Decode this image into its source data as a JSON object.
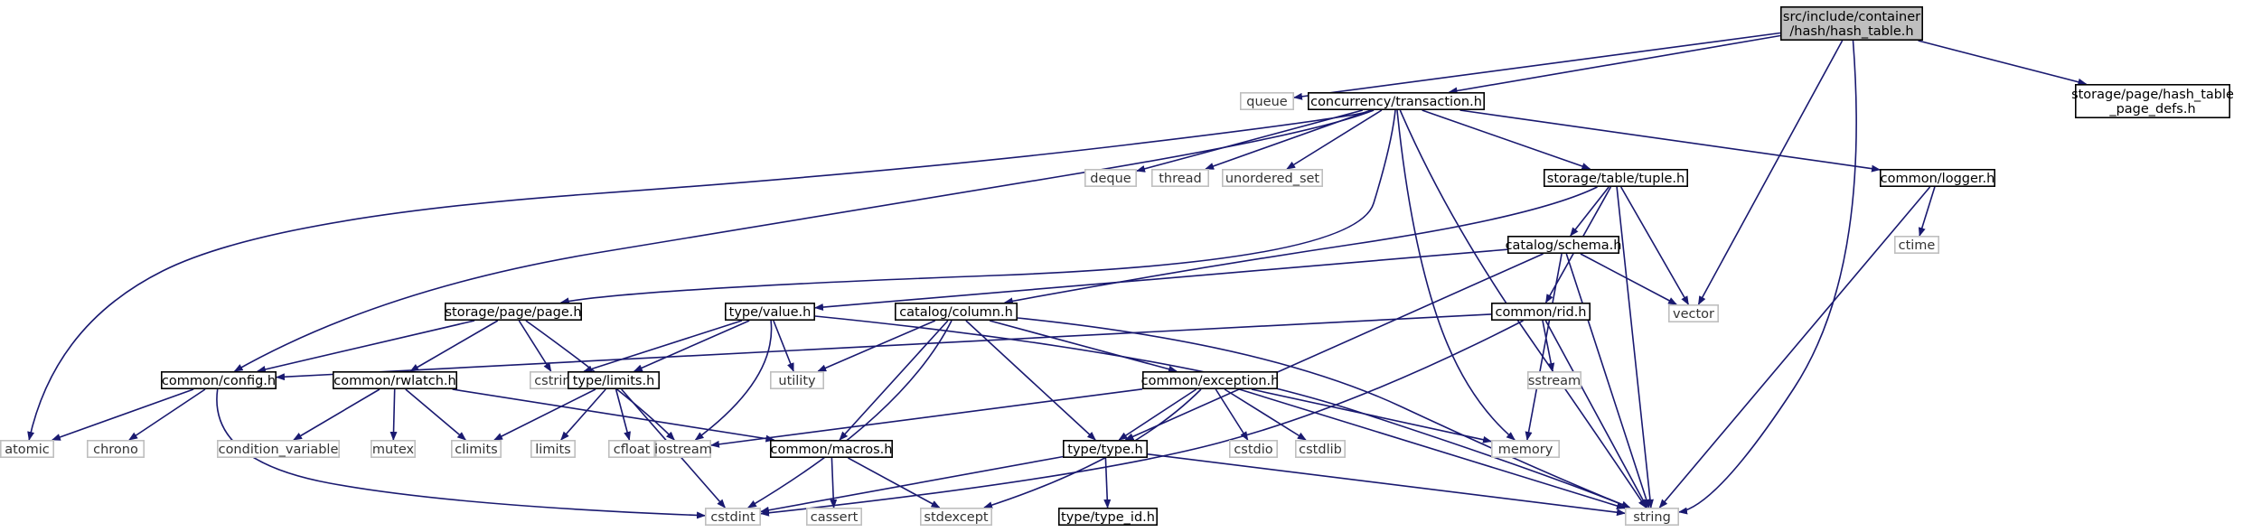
{
  "colors": {
    "edge": "#191970",
    "root_fill": "#bfbfbf",
    "root_stroke": "#000000",
    "project_fill": "#ffffff",
    "project_stroke": "#000000",
    "system_fill": "#ffffff",
    "system_stroke": "#bfbfbf",
    "system_text": "#333333"
  },
  "nodes": [
    {
      "id": "hash_table",
      "kind": "root",
      "lines": [
        "src/include/container",
        "/hash/hash_table.h"
      ]
    },
    {
      "id": "queue",
      "kind": "system",
      "lines": [
        "queue"
      ]
    },
    {
      "id": "transaction",
      "kind": "project",
      "lines": [
        "concurrency/transaction.h"
      ]
    },
    {
      "id": "hash_table_page_defs",
      "kind": "project",
      "lines": [
        "storage/page/hash_table",
        "_page_defs.h"
      ]
    },
    {
      "id": "deque",
      "kind": "system",
      "lines": [
        "deque"
      ]
    },
    {
      "id": "thread",
      "kind": "system",
      "lines": [
        "thread"
      ]
    },
    {
      "id": "unordered_set",
      "kind": "system",
      "lines": [
        "unordered_set"
      ]
    },
    {
      "id": "tuple",
      "kind": "project",
      "lines": [
        "storage/table/tuple.h"
      ]
    },
    {
      "id": "logger",
      "kind": "project",
      "lines": [
        "common/logger.h"
      ]
    },
    {
      "id": "ctime",
      "kind": "system",
      "lines": [
        "ctime"
      ]
    },
    {
      "id": "schema",
      "kind": "project",
      "lines": [
        "catalog/schema.h"
      ]
    },
    {
      "id": "vector",
      "kind": "system",
      "lines": [
        "vector"
      ]
    },
    {
      "id": "page",
      "kind": "project",
      "lines": [
        "storage/page/page.h"
      ]
    },
    {
      "id": "value",
      "kind": "project",
      "lines": [
        "type/value.h"
      ]
    },
    {
      "id": "column",
      "kind": "project",
      "lines": [
        "catalog/column.h"
      ]
    },
    {
      "id": "rid",
      "kind": "project",
      "lines": [
        "common/rid.h"
      ]
    },
    {
      "id": "sstream",
      "kind": "system",
      "lines": [
        "sstream"
      ]
    },
    {
      "id": "config",
      "kind": "project",
      "lines": [
        "common/config.h"
      ]
    },
    {
      "id": "rwlatch",
      "kind": "project",
      "lines": [
        "common/rwlatch.h"
      ]
    },
    {
      "id": "cstring",
      "kind": "system",
      "lines": [
        "cstring"
      ]
    },
    {
      "id": "limits_h",
      "kind": "project",
      "lines": [
        "type/limits.h"
      ]
    },
    {
      "id": "utility",
      "kind": "system",
      "lines": [
        "utility"
      ]
    },
    {
      "id": "exception",
      "kind": "project",
      "lines": [
        "common/exception.h"
      ]
    },
    {
      "id": "atomic",
      "kind": "system",
      "lines": [
        "atomic"
      ]
    },
    {
      "id": "chrono",
      "kind": "system",
      "lines": [
        "chrono"
      ]
    },
    {
      "id": "condition_variable",
      "kind": "system",
      "lines": [
        "condition_variable"
      ]
    },
    {
      "id": "mutex",
      "kind": "system",
      "lines": [
        "mutex"
      ]
    },
    {
      "id": "climits",
      "kind": "system",
      "lines": [
        "climits"
      ]
    },
    {
      "id": "limits",
      "kind": "system",
      "lines": [
        "limits"
      ]
    },
    {
      "id": "cfloat",
      "kind": "system",
      "lines": [
        "cfloat"
      ]
    },
    {
      "id": "macros",
      "kind": "project",
      "lines": [
        "common/macros.h"
      ]
    },
    {
      "id": "iostream",
      "kind": "system",
      "lines": [
        "iostream"
      ]
    },
    {
      "id": "type_h",
      "kind": "project",
      "lines": [
        "type/type.h"
      ]
    },
    {
      "id": "cstdio",
      "kind": "system",
      "lines": [
        "cstdio"
      ]
    },
    {
      "id": "cstdlib",
      "kind": "system",
      "lines": [
        "cstdlib"
      ]
    },
    {
      "id": "memory",
      "kind": "system",
      "lines": [
        "memory"
      ]
    },
    {
      "id": "cstdint",
      "kind": "system",
      "lines": [
        "cstdint"
      ]
    },
    {
      "id": "cassert",
      "kind": "system",
      "lines": [
        "cassert"
      ]
    },
    {
      "id": "stdexcept",
      "kind": "system",
      "lines": [
        "stdexcept"
      ]
    },
    {
      "id": "string",
      "kind": "system",
      "lines": [
        "string"
      ]
    },
    {
      "id": "type_id",
      "kind": "project",
      "lines": [
        "type/type_id.h"
      ]
    }
  ],
  "edges": [
    [
      "hash_table",
      "queue"
    ],
    [
      "hash_table",
      "transaction"
    ],
    [
      "hash_table",
      "hash_table_page_defs"
    ],
    [
      "hash_table",
      "vector"
    ],
    [
      "hash_table",
      "string"
    ],
    [
      "transaction",
      "deque"
    ],
    [
      "transaction",
      "thread"
    ],
    [
      "transaction",
      "unordered_set"
    ],
    [
      "transaction",
      "tuple"
    ],
    [
      "transaction",
      "logger"
    ],
    [
      "transaction",
      "atomic"
    ],
    [
      "transaction",
      "config"
    ],
    [
      "transaction",
      "page"
    ],
    [
      "transaction",
      "memory"
    ],
    [
      "transaction",
      "string"
    ],
    [
      "logger",
      "ctime"
    ],
    [
      "logger",
      "string"
    ],
    [
      "tuple",
      "schema"
    ],
    [
      "tuple",
      "column"
    ],
    [
      "tuple",
      "rid"
    ],
    [
      "tuple",
      "vector"
    ],
    [
      "tuple",
      "string"
    ],
    [
      "schema",
      "value"
    ],
    [
      "schema",
      "vector"
    ],
    [
      "schema",
      "memory"
    ],
    [
      "schema",
      "string"
    ],
    [
      "schema",
      "type_h"
    ],
    [
      "page",
      "config"
    ],
    [
      "page",
      "rwlatch"
    ],
    [
      "page",
      "cstring"
    ],
    [
      "page",
      "iostream"
    ],
    [
      "value",
      "limits_h"
    ],
    [
      "value",
      "cstring"
    ],
    [
      "value",
      "utility"
    ],
    [
      "value",
      "string"
    ],
    [
      "value",
      "iostream"
    ],
    [
      "column",
      "utility"
    ],
    [
      "column",
      "exception"
    ],
    [
      "column",
      "macros"
    ],
    [
      "column",
      "type_h"
    ],
    [
      "column",
      "string"
    ],
    [
      "column",
      "cstdint"
    ],
    [
      "rid",
      "sstream"
    ],
    [
      "rid",
      "string"
    ],
    [
      "rid",
      "config"
    ],
    [
      "rid",
      "cstdint"
    ],
    [
      "config",
      "atomic"
    ],
    [
      "config",
      "chrono"
    ],
    [
      "config",
      "cstdint"
    ],
    [
      "rwlatch",
      "condition_variable"
    ],
    [
      "rwlatch",
      "mutex"
    ],
    [
      "rwlatch",
      "climits"
    ],
    [
      "rwlatch",
      "macros"
    ],
    [
      "limits_h",
      "climits"
    ],
    [
      "limits_h",
      "limits"
    ],
    [
      "limits_h",
      "cfloat"
    ],
    [
      "limits_h",
      "cstdint"
    ],
    [
      "exception",
      "iostream"
    ],
    [
      "exception",
      "cstdio"
    ],
    [
      "exception",
      "cstdlib"
    ],
    [
      "exception",
      "memory"
    ],
    [
      "exception",
      "string"
    ],
    [
      "exception",
      "type_h"
    ],
    [
      "exception",
      "stdexcept"
    ],
    [
      "macros",
      "cassert"
    ],
    [
      "macros",
      "stdexcept"
    ],
    [
      "type_h",
      "type_id"
    ],
    [
      "type_h",
      "string"
    ],
    [
      "type_h",
      "cstdint"
    ]
  ]
}
